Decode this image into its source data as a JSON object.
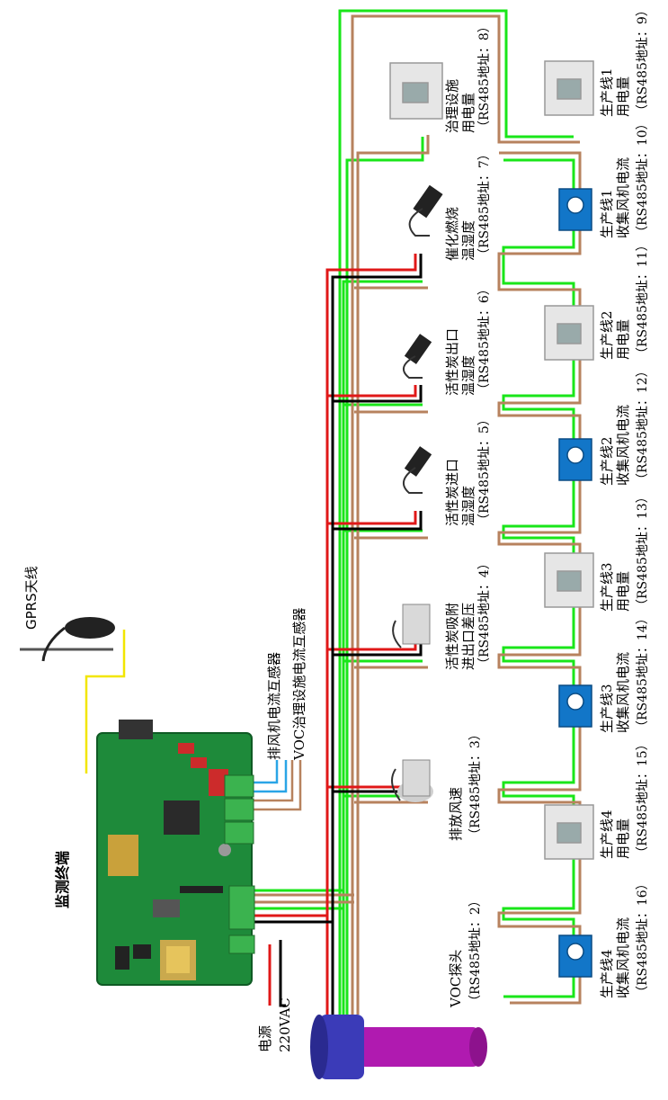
{
  "terminal_label": "监测终端",
  "antenna_label": "GPRS天线",
  "power_label": "电源",
  "power_voltage": "220VAC",
  "ct_exhaust_label": "排风机电流互感器",
  "ct_voc_label": "VOC治理设施电流互感器",
  "voc_probe": {
    "name": "VOC探头",
    "addr": "（RS485地址：2）"
  },
  "sensors_left": [
    {
      "line1": "排放风速",
      "line2": "",
      "line3": "",
      "addr": "（RS485地址：3）"
    },
    {
      "line1": "活性炭吸附",
      "line2": "进出口差压",
      "line3": "",
      "addr": "（RS485地址：4）"
    },
    {
      "line1": "活性炭进口",
      "line2": "温湿度",
      "line3": "",
      "addr": "（RS485地址：5）"
    },
    {
      "line1": "活性炭出口",
      "line2": "温湿度",
      "line3": "",
      "addr": "（RS485地址：6）"
    },
    {
      "line1": "催化燃烧",
      "line2": "温湿度",
      "line3": "",
      "addr": "（RS485地址：7）"
    },
    {
      "line1": "治理设施",
      "line2": "用电量",
      "line3": "",
      "addr": "（RS485地址：8）"
    }
  ],
  "meters_right": [
    {
      "line1": "生产线1",
      "line2": "用电量",
      "addr": "（RS485地址：9）"
    },
    {
      "line1": "生产线1",
      "line2": "收集风机电流",
      "addr": "（RS485地址：10）"
    },
    {
      "line1": "生产线2",
      "line2": "用电量",
      "addr": "（RS485地址：11）"
    },
    {
      "line1": "生产线2",
      "line2": "收集风机电流",
      "addr": "（RS485地址：12）"
    },
    {
      "line1": "生产线3",
      "line2": "用电量",
      "addr": "（RS485地址：13）"
    },
    {
      "line1": "生产线3",
      "line2": "收集风机电流",
      "addr": "（RS485地址：14）"
    },
    {
      "line1": "生产线4",
      "line2": "用电量",
      "addr": "（RS485地址：15）"
    },
    {
      "line1": "生产线4",
      "line2": "收集风机电流",
      "addr": "（RS485地址：16）"
    }
  ],
  "colors": {
    "green": "#19e619",
    "brown": "#b7825e",
    "red": "#e01818",
    "black": "#000000",
    "blue": "#2aa5e6",
    "yellow": "#f2e600",
    "pcb": "#1e8a3a",
    "probe": "#b01ab0",
    "probe_base": "#3b3bb8",
    "ct_body": "#1276c8"
  }
}
